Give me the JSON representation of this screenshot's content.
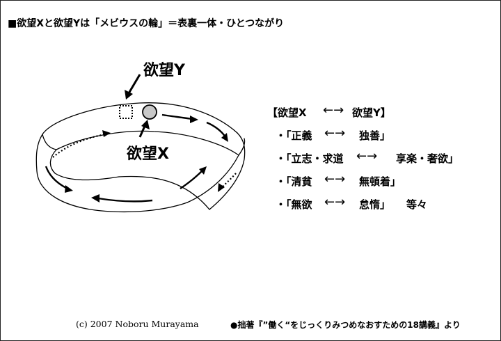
{
  "title": "■欲望Xと欲望Yは「メビウスの輪」＝表裏一体・ひとつながり",
  "diagram": {
    "label_y": "欲望Y",
    "label_x": "欲望X"
  },
  "pairs": {
    "header": {
      "left": "【欲望X",
      "right": "欲望Y】"
    },
    "arrow": "←→",
    "rows": [
      {
        "left": "・「正義",
        "right": "独善」",
        "suffix": ""
      },
      {
        "left": "・「立志・求道",
        "right": "享楽・奢欲」",
        "suffix": ""
      },
      {
        "left": "・「清貧",
        "right": "無頓着」",
        "suffix": ""
      },
      {
        "left": "・「無欲",
        "right": "怠惰」",
        "suffix": "等々"
      }
    ]
  },
  "footer": {
    "copyright": "(c) 2007 Noboru Murayama",
    "source": "●拙著『”働く“をじっくりみつめなおすための18講義』より"
  }
}
